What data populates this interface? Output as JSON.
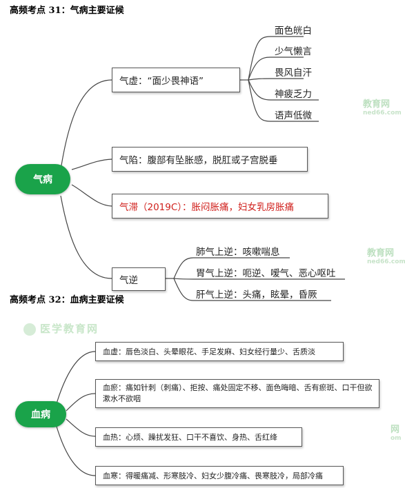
{
  "section1": {
    "heading": "高频考点 31：气病主要证候",
    "root": "气病",
    "branches": [
      {
        "label": "气虚：“面少畏神语”",
        "children": [
          "面色㿠白",
          "少气懒言",
          "畏风自汗",
          "神疲乏力",
          "语声低微"
        ]
      },
      {
        "label": "气陷：腹部有坠胀感，脱肛或子宫脱垂"
      },
      {
        "label": "气滞（2019C）：胀闷胀痛，妇女乳房胀痛",
        "color": "#d0201c"
      },
      {
        "label": "气逆",
        "children": [
          "肺气上逆：咳嗽喘息",
          "胃气上逆：呃逆、嗳气、恶心呕吐",
          "肝气上逆：头痛，眩晕，昏厥"
        ]
      }
    ]
  },
  "section2": {
    "heading": "高频考点 32：血病主要证候",
    "root": "血病",
    "branches": [
      {
        "label": "血虚：唇色淡白、头晕眼花、手足发麻、妇女经行量少、舌质淡"
      },
      {
        "label": "血瘀：痛如针刺（刺痛）、拒按、痛处固定不移、面色晦暗、舌有瘀斑、口干但欲漱水不欲咽"
      },
      {
        "label": "血热：心烦、躁扰发狂、口干不喜饮、身热、舌红绛"
      },
      {
        "label": "血寒：得暖痛减、形寒肢冷、妇女少腹冷痛、畏寒肢冷，局部冷痛"
      }
    ]
  },
  "watermarks": {
    "mark1": "教育网",
    "mark1_sub": "ned66.com",
    "mark2": "教育网",
    "mark2_sub": "ned66.com",
    "banner": "医学教育网",
    "mark3": "网",
    "mark3_sub": "om"
  },
  "colors": {
    "root_green": "#1aa34a",
    "highlight_red": "#d0201c",
    "line": "#444444"
  }
}
